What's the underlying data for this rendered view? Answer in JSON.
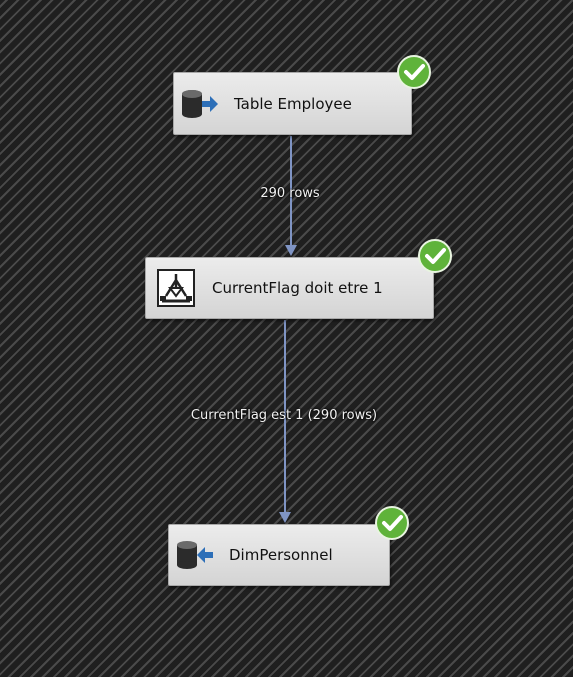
{
  "canvas": {
    "background": "#1f1f1f",
    "stripe_color": "#4a4a4a",
    "connector_color": "#7f94c4",
    "success_color": "#5fb33a"
  },
  "components": [
    {
      "label": "Table Employee",
      "icon": "source-database-icon",
      "status": "success"
    },
    {
      "label": "CurrentFlag doit etre 1",
      "icon": "conditional-split-icon",
      "status": "success"
    },
    {
      "label": "DimPersonnel",
      "icon": "destination-database-icon",
      "status": "success"
    }
  ],
  "paths": [
    {
      "label": "290 rows"
    },
    {
      "label": "CurrentFlag est 1 (290 rows)"
    }
  ]
}
